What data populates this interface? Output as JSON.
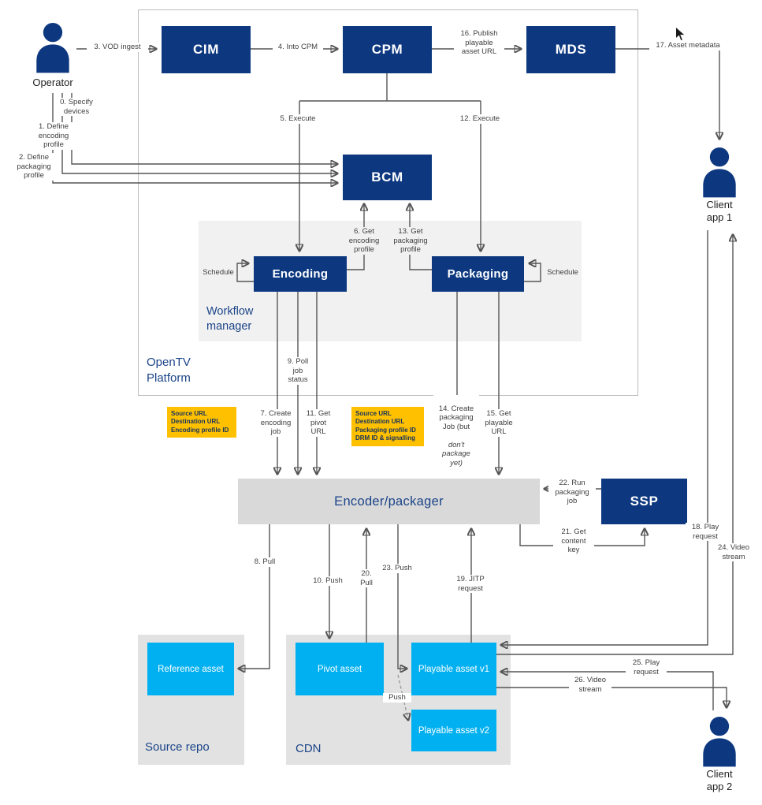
{
  "colors": {
    "navy": "#0d3880",
    "cyan": "#00b0f0",
    "amber": "#ffc000",
    "zone_gray": "#e2e2e2",
    "workflow_gray": "#f1f1f1",
    "encoder_gray": "#d9d9d9",
    "line": "#555555",
    "label_text": "#3f3f3f",
    "section_blue": "#1b4488"
  },
  "diagram": {
    "sections": {
      "platform": "OpenTV\nPlatform",
      "workflow": "Workflow\nmanager",
      "source_repo": "Source repo",
      "cdn": "CDN"
    },
    "nodes": {
      "cim": "CIM",
      "cpm": "CPM",
      "mds": "MDS",
      "bcm": "BCM",
      "encoding": "Encoding",
      "packaging": "Packaging",
      "encoder_packager": "Encoder/packager",
      "ssp": "SSP",
      "reference_asset": "Reference asset",
      "pivot_asset": "Pivot asset",
      "playable_asset_v1": "Playable asset v1",
      "playable_asset_v2": "Playable asset v2"
    },
    "actors": {
      "operator": "Operator",
      "client1": "Client\napp 1",
      "client2": "Client\napp 2"
    },
    "notes": {
      "encoding_job": "Source URL\nDestination URL\nEncoding profile ID",
      "packaging_job": "Source URL\nDestination URL\nPackaging profile ID\nDRM ID & signalling"
    },
    "edges": {
      "e0": "0. Specify\ndevices",
      "e1": "1. Define\nencoding\nprofile",
      "e2": "2. Define\npackaging\nprofile",
      "e3": "3. VOD ingest",
      "e4": "4. Into CPM",
      "e5": "5. Execute",
      "e6": "6. Get\nencoding\nprofile",
      "e7": "7. Create\nencoding\njob",
      "e8": "8. Pull",
      "e9": "9. Poll\njob\nstatus",
      "e10": "10. Push",
      "e11": "11. Get\npivot\nURL",
      "e12": "12. Execute",
      "e13": "13. Get\npackaging\nprofile",
      "e14_normal": "14. Create\npackaging\nJob (but",
      "e14_italic": "don't\npackage\nyet)",
      "e15": "15. Get\nplayable\nURL",
      "e16": "16. Publish\nplayable\nasset URL",
      "e17": "17. Asset metadata",
      "e18": "18. Play\nrequest",
      "e19": "19. JITP\nrequest",
      "e20": "20.\nPull",
      "e21": "21. Get\ncontent\nkey",
      "e22": "22. Run\npackaging\njob",
      "e23": "23. Push",
      "e24": "24. Video\nstream",
      "e25": "25. Play\nrequest",
      "e26": "26. Video\nstream",
      "schedule_left": "Schedule",
      "schedule_right": "Schedule",
      "push_dashed": "Push"
    }
  }
}
